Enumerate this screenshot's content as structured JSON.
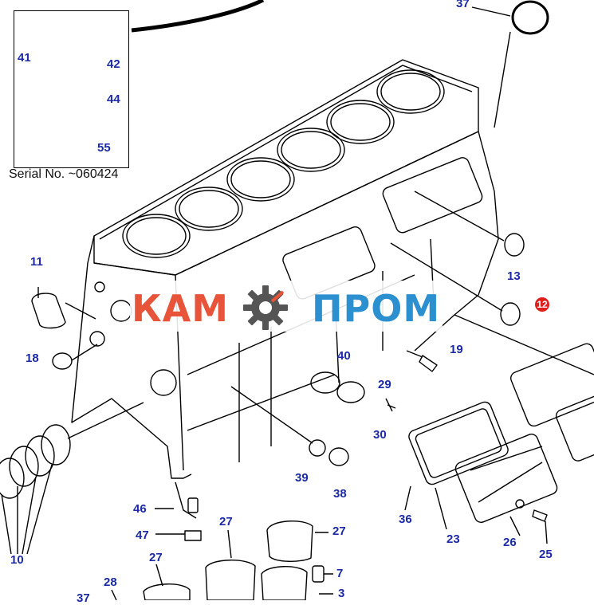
{
  "inset": {
    "serial_label": "Serial No. ~060424"
  },
  "callouts": [
    {
      "id": "c37",
      "text": "37"
    },
    {
      "id": "c41",
      "text": "41"
    },
    {
      "id": "c42",
      "text": "42"
    },
    {
      "id": "c44",
      "text": "44"
    },
    {
      "id": "c55",
      "text": "55"
    },
    {
      "id": "c11",
      "text": "11"
    },
    {
      "id": "c13",
      "text": "13"
    },
    {
      "id": "c12",
      "text": "12"
    },
    {
      "id": "c18",
      "text": "18"
    },
    {
      "id": "c19",
      "text": "19"
    },
    {
      "id": "c40",
      "text": "40"
    },
    {
      "id": "c29",
      "text": "29"
    },
    {
      "id": "c30",
      "text": "30"
    },
    {
      "id": "c36",
      "text": "36"
    },
    {
      "id": "c39",
      "text": "39"
    },
    {
      "id": "c38",
      "text": "38"
    },
    {
      "id": "c46",
      "text": "46"
    },
    {
      "id": "c47",
      "text": "47"
    },
    {
      "id": "c27a",
      "text": "27"
    },
    {
      "id": "c27b",
      "text": "27"
    },
    {
      "id": "c27c",
      "text": "27"
    },
    {
      "id": "c10",
      "text": "10"
    },
    {
      "id": "c28",
      "text": "28"
    },
    {
      "id": "c37b",
      "text": "37"
    },
    {
      "id": "c7",
      "text": "7"
    },
    {
      "id": "c3",
      "text": "3"
    },
    {
      "id": "c23",
      "text": "23"
    },
    {
      "id": "c26",
      "text": "26"
    },
    {
      "id": "c25",
      "text": "25"
    }
  ],
  "watermark": {
    "left_text": "КАМ",
    "right_text": "ПРОМ",
    "left_color": "#e8543a",
    "right_color": "#2b8fd0",
    "gear_color": "#555555",
    "gear_icon": "gear-icon"
  },
  "colors": {
    "callout": "#1c2aa8",
    "highlight": "#e01e1e",
    "line": "#000000"
  }
}
